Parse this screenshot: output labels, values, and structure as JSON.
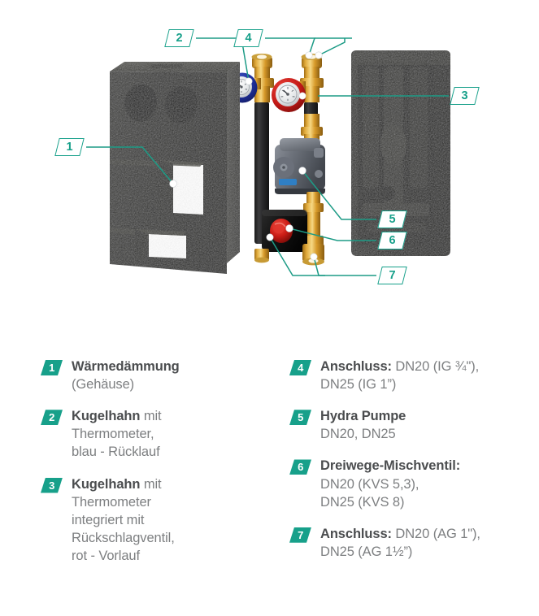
{
  "accent_color": "#17a08a",
  "background_color": "#ffffff",
  "diagram": {
    "callouts": [
      {
        "number": "1",
        "target": "insulation-shell-front"
      },
      {
        "number": "2",
        "target": "ball-valve-blue-thermometer"
      },
      {
        "number": "3",
        "target": "ball-valve-red-thermometer"
      },
      {
        "number": "4",
        "target": "top-connections"
      },
      {
        "number": "5",
        "target": "circulation-pump"
      },
      {
        "number": "6",
        "target": "three-way-mixing-valve"
      },
      {
        "number": "7",
        "target": "bottom-connections"
      }
    ],
    "parts": {
      "insulation_front": "Wärmedämmung Gehäuse Vorderteil",
      "insulation_rear": "Wärmedämmung Gehäuse Rückteil",
      "valve_blue": "Kugelhahn mit Thermometer blau",
      "valve_red": "Kugelhahn mit Thermometer rot",
      "pump": "Hydra Pumpe",
      "mixing_valve": "Dreiwege-Mischventil"
    }
  },
  "legend": {
    "left_column": [
      {
        "number": "1",
        "title": "Wärmedämmung",
        "title_suffix": "",
        "lines": [
          "(Gehäuse)"
        ]
      },
      {
        "number": "2",
        "title": "Kugelhahn",
        "title_suffix": " mit",
        "lines": [
          "Thermometer,",
          "blau - Rücklauf"
        ]
      },
      {
        "number": "3",
        "title": "Kugelhahn",
        "title_suffix": " mit",
        "lines": [
          "Thermometer",
          "integriert mit",
          "Rückschlagventil,",
          "rot - Vorlauf"
        ]
      }
    ],
    "right_column": [
      {
        "number": "4",
        "title": "Anschluss:",
        "title_suffix": " DN20 (IG ¾\"),",
        "lines": [
          "DN25 (IG 1”)"
        ]
      },
      {
        "number": "5",
        "title": "Hydra Pumpe",
        "title_suffix": "",
        "lines": [
          "DN20, DN25"
        ]
      },
      {
        "number": "6",
        "title": "Dreiwege-Mischventil:",
        "title_suffix": "",
        "lines": [
          "DN20 (KVS 5,3),",
          "DN25 (KVS 8)"
        ]
      },
      {
        "number": "7",
        "title": "Anschluss:",
        "title_suffix": " DN20 (AG 1\"),",
        "lines": [
          "DN25 (AG 1½”)"
        ]
      }
    ]
  }
}
